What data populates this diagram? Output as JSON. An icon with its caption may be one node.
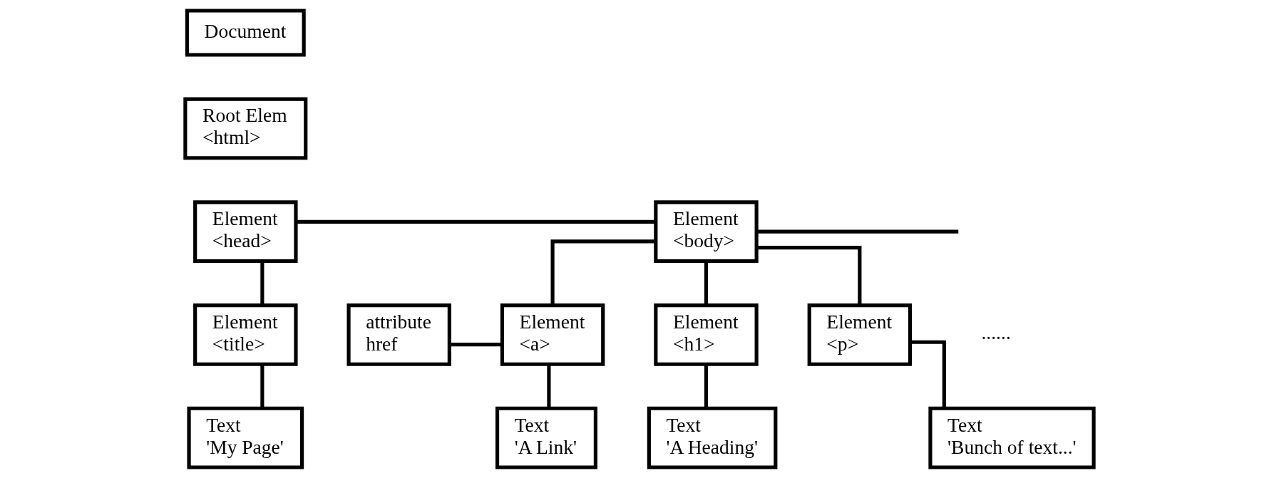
{
  "diagram": {
    "nodes": [
      {
        "text": [
          "Document"
        ]
      },
      {
        "text": [
          "Root Elem",
          "<html>"
        ]
      },
      {
        "text": [
          "Element",
          "<head>"
        ]
      },
      {
        "text": [
          "Element",
          "<body>"
        ]
      },
      {
        "text": [
          "Element",
          "<title>"
        ]
      },
      {
        "text": [
          "Text",
          "'My Page'"
        ]
      },
      {
        "text": [
          "attribute",
          "href"
        ]
      },
      {
        "text": [
          "Element",
          "<a>"
        ]
      },
      {
        "text": [
          "Element",
          "<h1>"
        ]
      },
      {
        "text": [
          "Element",
          "<p>"
        ]
      },
      {
        "text": [
          "Text",
          "'A Link'"
        ]
      },
      {
        "text": [
          "Text",
          "'A Heading'"
        ]
      },
      {
        "text": [
          "Text",
          "'Bunch of text...'"
        ]
      }
    ],
    "edges": [
      {
        "from": 2,
        "to": 3,
        "arrow": "none"
      },
      {
        "from": 2,
        "to": 4,
        "arrow": "none"
      },
      {
        "from": 4,
        "to": 5,
        "arrow": "none"
      },
      {
        "from": 3,
        "to": 7,
        "arrow": "none"
      },
      {
        "from": 3,
        "to": 8,
        "arrow": "none"
      },
      {
        "from": 3,
        "to": 9,
        "arrow": "none"
      },
      {
        "from": 3,
        "to": null,
        "arrow": "none"
      },
      {
        "from": 6,
        "to": 7,
        "arrow": "none"
      },
      {
        "from": 7,
        "to": 10,
        "arrow": "none"
      },
      {
        "from": 8,
        "to": 11,
        "arrow": "none"
      },
      {
        "from": 9,
        "to": 12,
        "arrow": "none"
      }
    ],
    "labels": [
      "......"
    ]
  }
}
